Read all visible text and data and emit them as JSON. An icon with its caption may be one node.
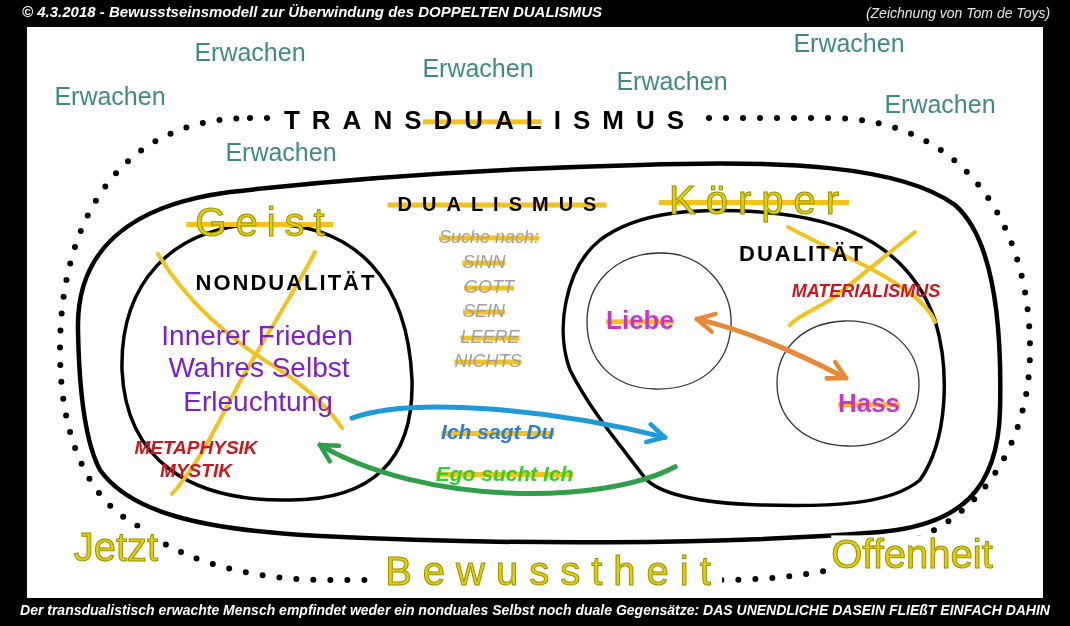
{
  "diagram": {
    "title": "© 4.3.2018 - Bewusstseinsmodell zur Überwindung des DOPPELTEN DUALISMUS",
    "caption": "Der transdualistisch erwachte Mensch empfindet weder ein nonduales Selbst noch duale Gegensätze: DAS UNENDLICHE DASEIN FLIEßT EINFACH DAHIN",
    "nodes": [
      {
        "text": [
          "TRANSDUALISMUS"
        ]
      },
      {
        "text": [
          "Geist",
          "DUALISMUS",
          "Körper",
          "Suche nach:",
          "SINN",
          "GOTT",
          "SEIN",
          "LEERE",
          "NICHTS"
        ],
        "in": 0
      },
      {
        "text": [
          "NONDUALITÄT",
          "Innerer Frieden",
          "Wahres Selbst",
          "Erleuchtung",
          "METAPHYSIK",
          "MYSTIK"
        ],
        "in": 1
      },
      {
        "text": [
          "DUALITÄT",
          "MATERIALISMUS"
        ],
        "in": 1
      },
      {
        "text": [
          "Liebe"
        ],
        "in": 3
      },
      {
        "text": [
          "Hass"
        ],
        "in": 3
      }
    ],
    "edges": [
      {
        "from": 4,
        "to": 5,
        "arrow": "both",
        "color": "#e8893a"
      },
      {
        "from": 2,
        "to": 3,
        "arrow": "to",
        "label": "Ich sagt Du",
        "color": "#1e9bd7"
      },
      {
        "from": 3,
        "to": 2,
        "arrow": "to",
        "label": "Ego sucht Ich",
        "color": "#2ea04a"
      }
    ],
    "labels": [
      "(Zeichnung von Tom de Toys)",
      "Erwachen",
      "Erwachen",
      "Erwachen",
      "Erwachen",
      "Erwachen",
      "Erwachen",
      "Erwachen",
      "Jetzt",
      "Bewusstheit",
      "Offenheit"
    ]
  }
}
